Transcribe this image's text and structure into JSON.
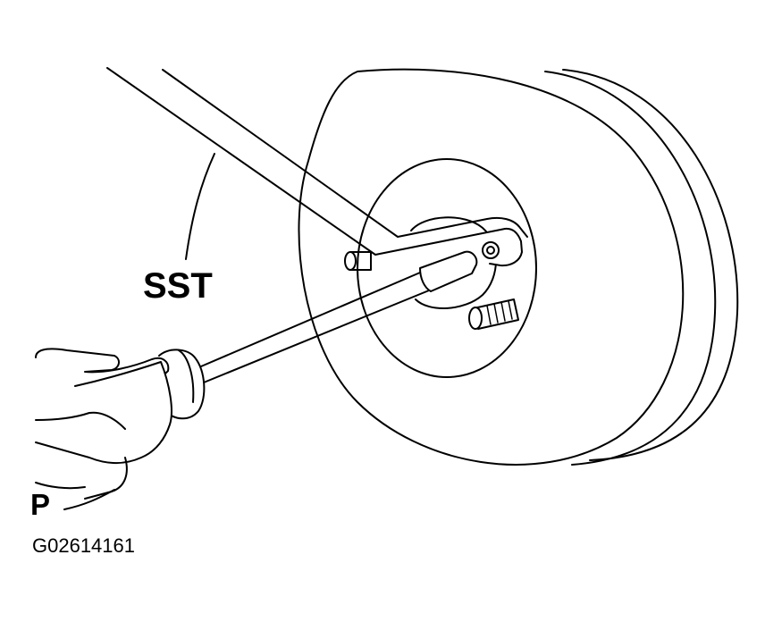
{
  "labels": {
    "sst": "SST",
    "p": "P"
  },
  "figure_code": "G02614161",
  "colors": {
    "line": "#000000",
    "background": "#ffffff"
  }
}
